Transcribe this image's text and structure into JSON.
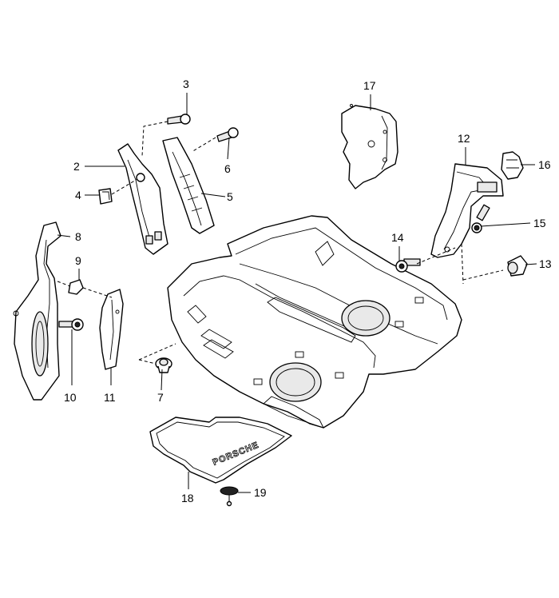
{
  "callouts": {
    "c2": "2",
    "c3": "3",
    "c4": "4",
    "c5": "5",
    "c6": "6",
    "c7": "7",
    "c8": "8",
    "c9": "9",
    "c10": "10",
    "c11": "11",
    "c12": "12",
    "c13": "13",
    "c14": "14",
    "c15": "15",
    "c16": "16",
    "c17": "17",
    "c18": "18",
    "c19": "19"
  },
  "mat_brand_text": "PORSCHE"
}
